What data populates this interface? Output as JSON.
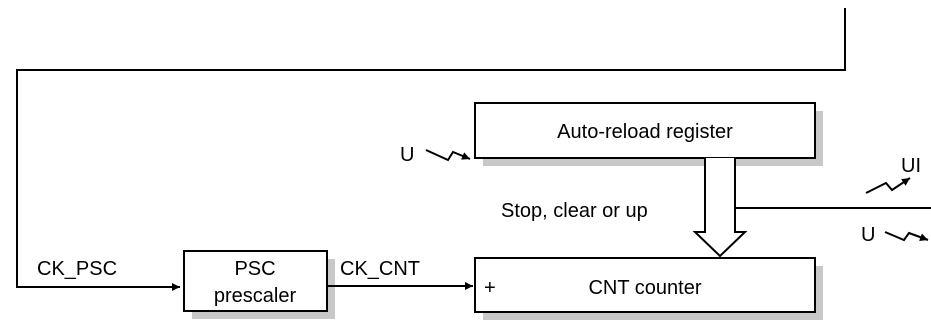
{
  "diagram": {
    "blocks": {
      "auto_reload": {
        "label": "Auto-reload register"
      },
      "psc": {
        "label_line1": "PSC",
        "label_line2": "prescaler"
      },
      "cnt": {
        "label": "CNT counter",
        "input_mark": "+"
      }
    },
    "signals": {
      "ck_psc": "CK_PSC",
      "ck_cnt": "CK_CNT",
      "u_event_left": "U",
      "stop_clear_up": "Stop, clear or up",
      "ui_interrupt": "UI",
      "u_event_right": "U"
    },
    "colors": {
      "line": "#000000",
      "block_fill": "#ffffff",
      "block_shadow": "#c8c8c8",
      "background": "#ffffff"
    }
  }
}
